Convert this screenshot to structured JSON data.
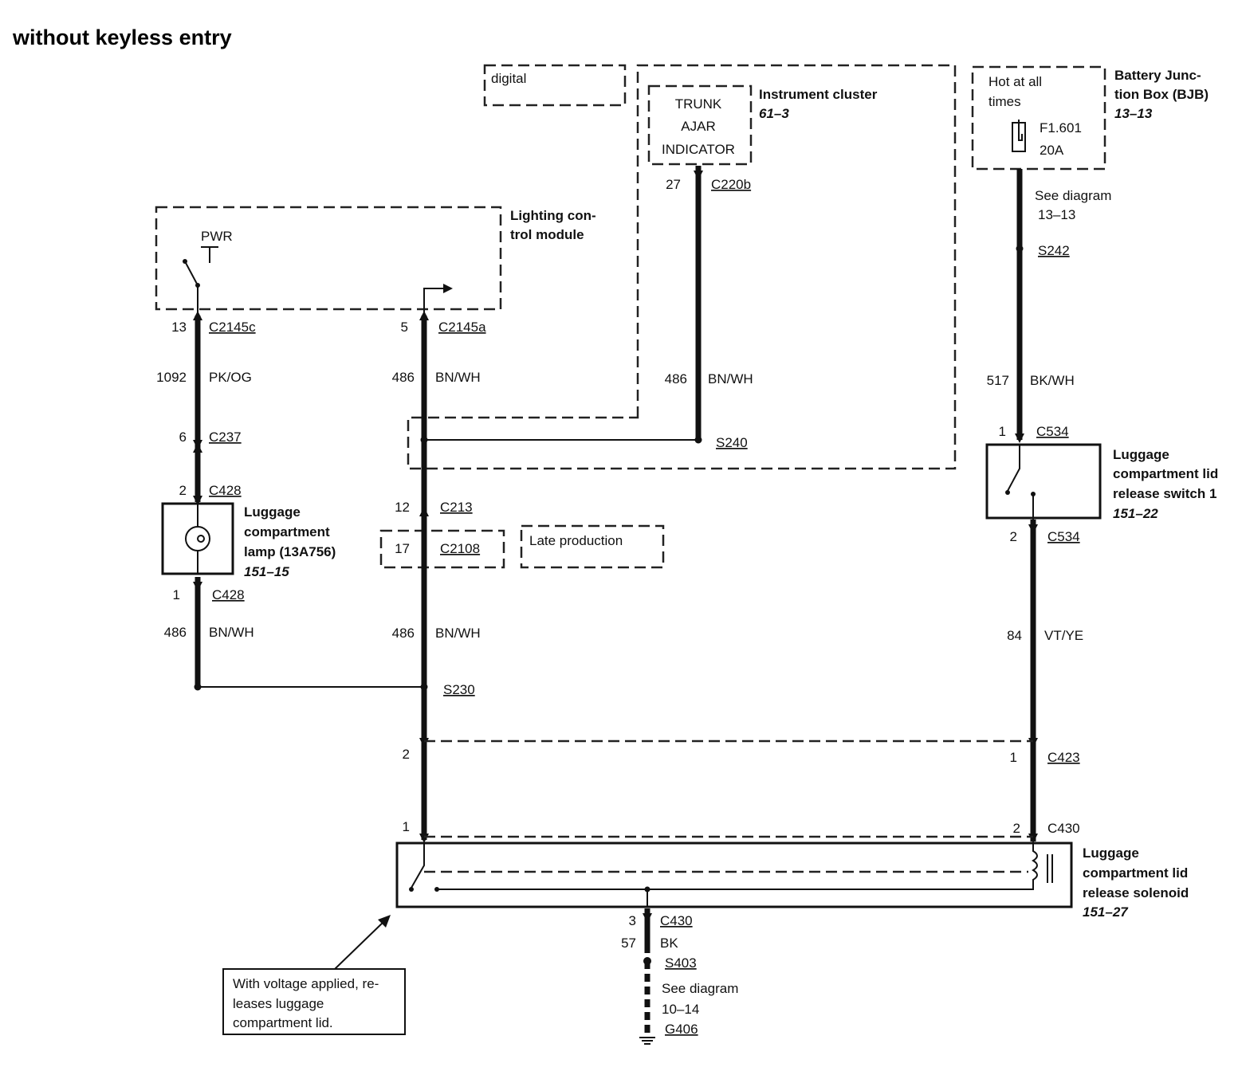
{
  "title": "without keyless entry",
  "modules": {
    "digital": "digital",
    "late_production": "Late production",
    "instrument_cluster": {
      "name": "Instrument cluster",
      "ref": "61–3"
    },
    "trunk_indicator": [
      "TRUNK",
      "AJAR",
      "INDICATOR"
    ],
    "bjb": {
      "line1": "Battery Junc-",
      "line2": "tion Box (BJB)",
      "ref": "13–13"
    },
    "hot": [
      "Hot at all",
      "times"
    ],
    "fuse": {
      "id": "F1.601",
      "rating": "20A"
    },
    "see_diag_top": [
      "See diagram",
      "13–13"
    ],
    "lcm": {
      "line1": "Lighting con-",
      "line2": "trol module",
      "pwr": "PWR"
    },
    "lamp": {
      "line1": "Luggage",
      "line2": "compartment",
      "line3": "lamp (13A756)",
      "ref": "151–15"
    },
    "release_switch": {
      "line1": "Luggage",
      "line2": "compartment lid",
      "line3": "release switch 1",
      "ref": "151–22"
    },
    "solenoid": {
      "line1": "Luggage",
      "line2": "compartment lid",
      "line3": "release solenoid",
      "ref": "151–27"
    },
    "note": [
      "With voltage applied, re-",
      "leases luggage",
      "compartment lid."
    ],
    "see_diag_bottom": [
      "See diagram",
      "10–14"
    ]
  },
  "labels": {
    "c2145c_pin": "13",
    "c2145c": "C2145c",
    "w1092": "1092",
    "w1092_color": "PK/OG",
    "c237_pin": "6",
    "c237": "C237",
    "c428a_pin": "2",
    "c428a": "C428",
    "c428b_pin": "1",
    "c428b": "C428",
    "w486a": "486",
    "w486a_color": "BN/WH",
    "c2145a_pin": "5",
    "c2145a": "C2145a",
    "w486b": "486",
    "w486b_color": "BN/WH",
    "c213_pin": "12",
    "c213": "C213",
    "c2108_pin": "17",
    "c2108": "C2108",
    "w486c": "486",
    "w486c_color": "BN/WH",
    "s230": "S230",
    "pin2_left": "2",
    "pin1_left": "1",
    "c220b_pin": "27",
    "c220b": "C220b",
    "w486d": "486",
    "w486d_color": "BN/WH",
    "s240": "S240",
    "s242": "S242",
    "w517": "517",
    "w517_color": "BK/WH",
    "c534a_pin": "1",
    "c534a": "C534",
    "c534b_pin": "2",
    "c534b": "C534",
    "w84": "84",
    "w84_color": "VT/YE",
    "c423_pin": "1",
    "c423": "C423",
    "c430a_pin": "2",
    "c430a": "C430",
    "c430b_pin": "3",
    "c430b": "C430",
    "w57": "57",
    "w57_color": "BK",
    "s403": "S403",
    "g406": "G406"
  }
}
